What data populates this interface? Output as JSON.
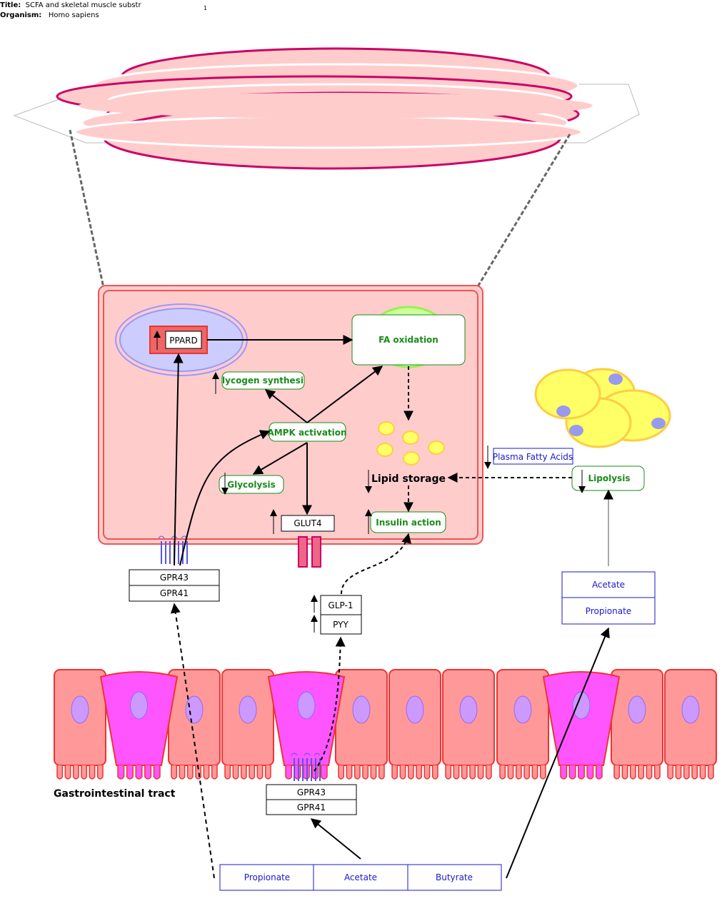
{
  "header": {
    "title_key": "Title:",
    "title_value": "SCFA and skeletal muscle substr",
    "organism_key": "Organism:",
    "organism_value": "Homo sapiens",
    "page_number": "1"
  },
  "muscle_cell": {
    "nucleus_gene": "PPARD",
    "processes": {
      "fa_oxidation": "FA oxidation",
      "glycogen_synthesis": "lycogen synthesi",
      "ampk_activation": "AMPK activation",
      "glycolysis": "Glycolysis",
      "insulin_action": "Insulin action"
    },
    "glut4": "GLUT4",
    "lipid_storage": "Lipid storage"
  },
  "receptors": {
    "muscle": {
      "top": "GPR43",
      "bottom": "GPR41"
    },
    "gut": {
      "top": "GPR43",
      "bottom": "GPR41"
    }
  },
  "hormones": {
    "top": "GLP-1",
    "bottom": "PYY"
  },
  "adipose": {
    "plasma_fatty_acids": "Plasma Fatty Acids",
    "lipolysis": "Lipolysis"
  },
  "blood_scfa": {
    "top": "Acetate",
    "bottom": "Propionate"
  },
  "gut_scfa": [
    "Propionate",
    "Acetate",
    "Butyrate"
  ],
  "gi_label": "Gastrointestinal tract",
  "colors": {
    "process_green": "#1a8c1a",
    "metabolite_blue": "#1a1acc",
    "cell_pink": "#ffcccc",
    "membrane_red": "#ee5555",
    "enterocyte": "#ff9999",
    "goblet": "#ff55ff",
    "adipocyte_yellow": "#ffff66",
    "nucleus_blue": "#ccccff",
    "muscle_fiber": "#cc0066"
  }
}
